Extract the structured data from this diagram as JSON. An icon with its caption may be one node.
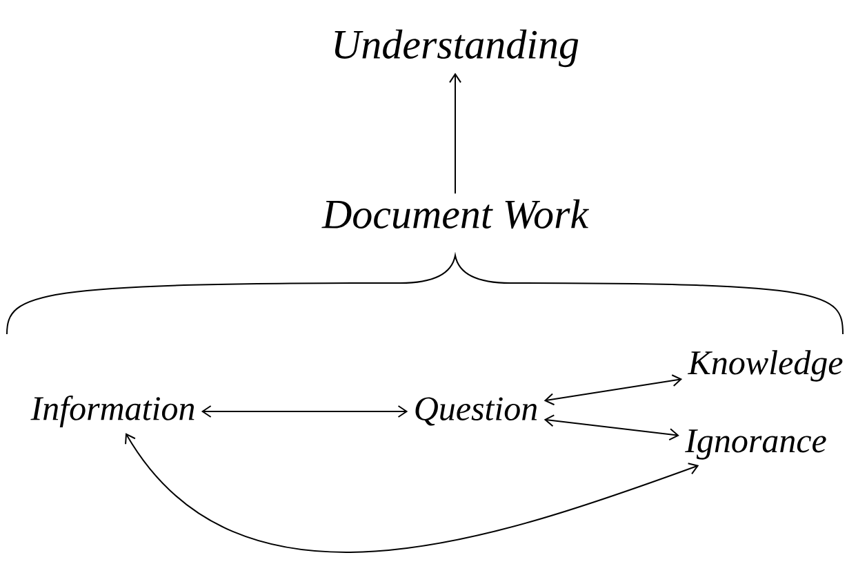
{
  "diagram": {
    "nodes": [
      {
        "text": [
          "Understanding"
        ]
      },
      {
        "text": [
          "Document Work"
        ]
      },
      {
        "text": [
          "Information"
        ]
      },
      {
        "text": [
          "Question"
        ]
      },
      {
        "text": [
          "Knowledge"
        ]
      },
      {
        "text": [
          "Ignorance"
        ]
      }
    ],
    "edges": [
      {
        "from": 1,
        "to": 0,
        "arrow": "to"
      },
      {
        "from": 2,
        "to": 3,
        "arrow": "both"
      },
      {
        "from": 3,
        "to": 4,
        "arrow": "both"
      },
      {
        "from": 3,
        "to": 5,
        "arrow": "both"
      },
      {
        "from": 2,
        "to": 5,
        "arrow": "both"
      }
    ]
  }
}
